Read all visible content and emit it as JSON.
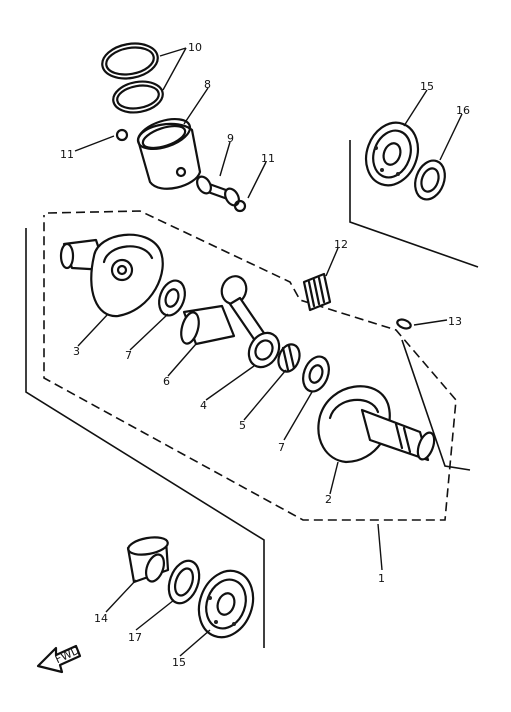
{
  "callouts": {
    "c1": "1",
    "c2": "2",
    "c3": "3",
    "c4": "4",
    "c5": "5",
    "c6": "6",
    "c7a": "7",
    "c7b": "7",
    "c8": "8",
    "c9": "9",
    "c10": "10",
    "c11a": "11",
    "c11b": "11",
    "c12": "12",
    "c13": "13",
    "c14": "14",
    "c15a": "15",
    "c15b": "15",
    "c16": "16",
    "c17": "17"
  },
  "direction_arrow": {
    "icon": "front-arrow-icon",
    "label": "FWD"
  },
  "colors": {
    "ink": "#111111",
    "paper": "#ffffff"
  }
}
